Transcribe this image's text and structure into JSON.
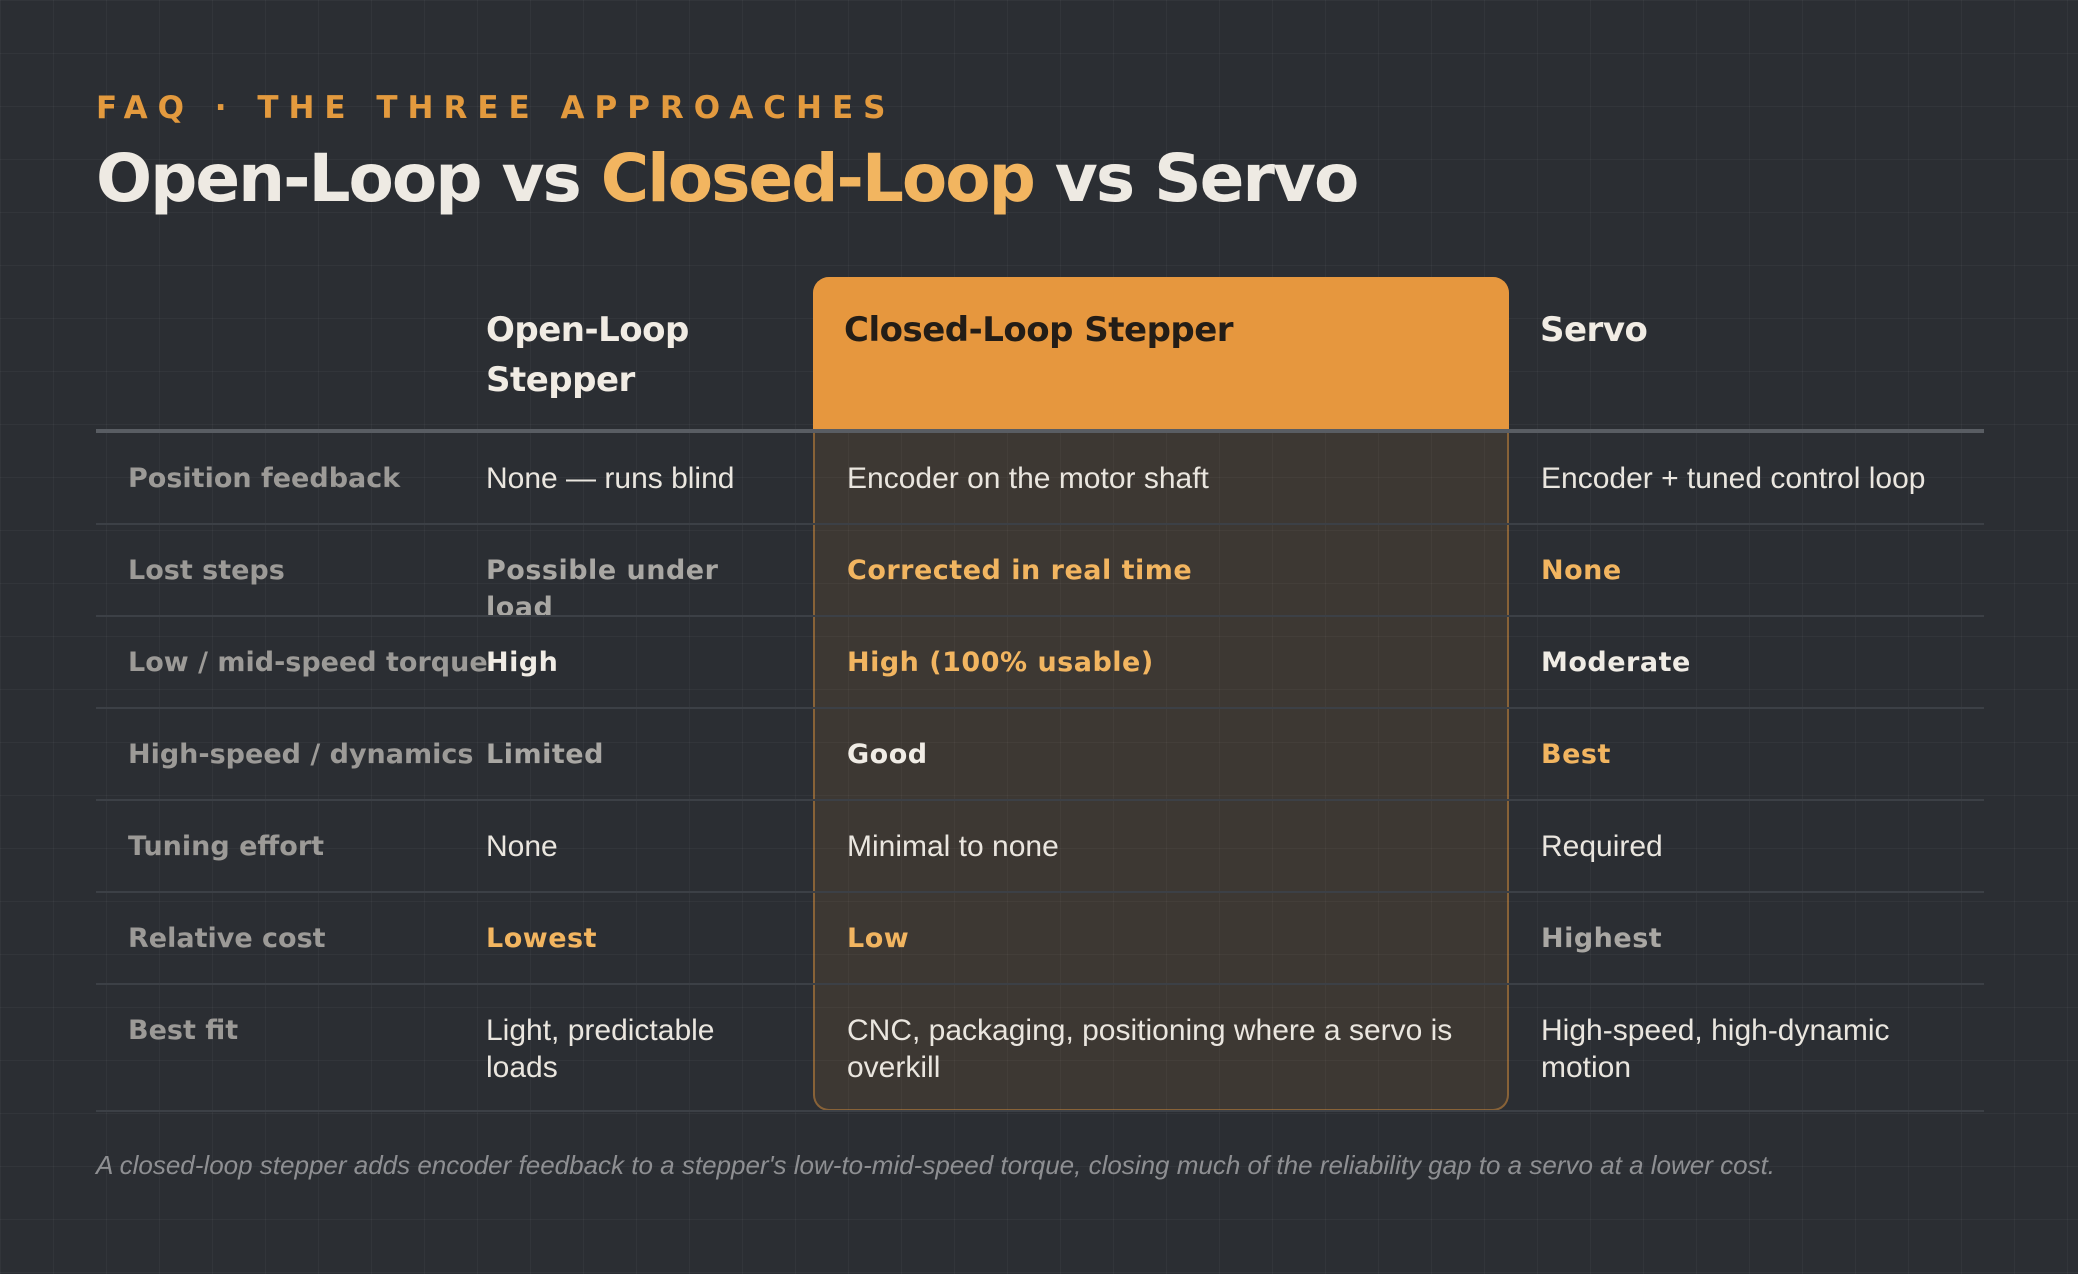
{
  "header": {
    "eyebrow": "FAQ · THE THREE APPROACHES",
    "title_part1": "Open-Loop vs ",
    "title_accent": "Closed-Loop",
    "title_part2": " vs Servo"
  },
  "colors": {
    "background": "#2b2e33",
    "accent": "#e6973e",
    "accent_text": "#f2b560",
    "text": "#eeeae3",
    "muted": "#9c9a97"
  },
  "table": {
    "columns": [
      "Open-Loop Stepper",
      "Closed-Loop Stepper",
      "Servo"
    ],
    "highlighted_column": "Closed-Loop Stepper",
    "rows": [
      {
        "label": "Position feedback",
        "open": "None — runs blind",
        "closed": "Encoder on the motor shaft",
        "servo": "Encoder + tuned control loop"
      },
      {
        "label": "Lost steps",
        "open": "Possible under load",
        "closed": "Corrected in real time",
        "servo": "None"
      },
      {
        "label": "Low / mid-speed torque",
        "open": "High",
        "closed": "High (100% usable)",
        "servo": "Moderate"
      },
      {
        "label": "High-speed / dynamics",
        "open": "Limited",
        "closed": "Good",
        "servo": "Best"
      },
      {
        "label": "Tuning effort",
        "open": "None",
        "closed": "Minimal to none",
        "servo": "Required"
      },
      {
        "label": "Relative cost",
        "open": "Lowest",
        "closed": "Low",
        "servo": "Highest"
      },
      {
        "label": "Best fit",
        "open": "Light, predictable loads",
        "closed": "CNC, packaging, positioning where a servo is overkill",
        "servo": "High-speed, high-dynamic motion"
      }
    ]
  },
  "footnote": "A closed-loop stepper adds encoder feedback to a stepper's low-to-mid-speed torque, closing much of the reliability gap to a servo at a lower cost."
}
